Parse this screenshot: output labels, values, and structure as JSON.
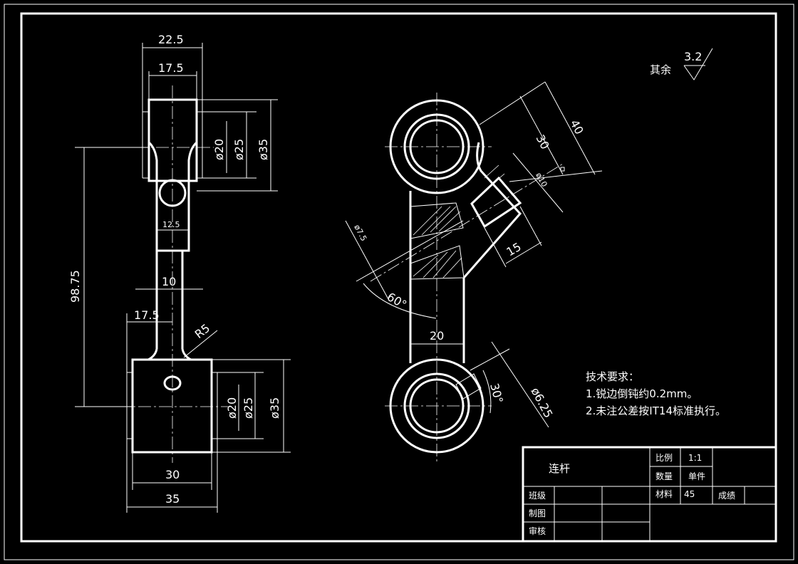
{
  "drawing": {
    "part_name": "连杆",
    "roughness": {
      "prefix": "其余",
      "value": "3.2"
    },
    "tech_req": {
      "title": "技术要求：",
      "items": [
        "1.锐边倒钝约0.2mm。",
        "2.未注公差按IT14标准执行。"
      ]
    },
    "front_view": {
      "top_width": "22.5",
      "top_inner_width": "17.5",
      "top_d1": "ø20",
      "top_d2": "ø25",
      "top_d3": "ø35",
      "center_distance": "98.75",
      "neck_width": "12.5",
      "shank_width": "10",
      "bottom_inner_width": "17.5",
      "fillet": "R5",
      "bot_d1": "ø20",
      "bot_d2": "ø25",
      "bot_d3": "ø35",
      "bottom_width_30": "30",
      "bottom_width_35": "35"
    },
    "side_view": {
      "dim_30": "30",
      "dim_40": "40",
      "dim_d10": "ø10",
      "dim_15": "15",
      "dim_d7_5": "ø7.5",
      "angle_60": "60°",
      "dim_20": "20",
      "angle_30": "30°",
      "dim_d6_25": "ø6.25"
    },
    "title_block": {
      "scale_label": "比例",
      "scale_value": "1:1",
      "qty_label": "数量",
      "qty_value": "单件",
      "material_label": "材料",
      "material_value": "45",
      "grade_label": "成绩",
      "class_label": "班级",
      "drawn_label": "制图",
      "check_label": "审核"
    }
  }
}
